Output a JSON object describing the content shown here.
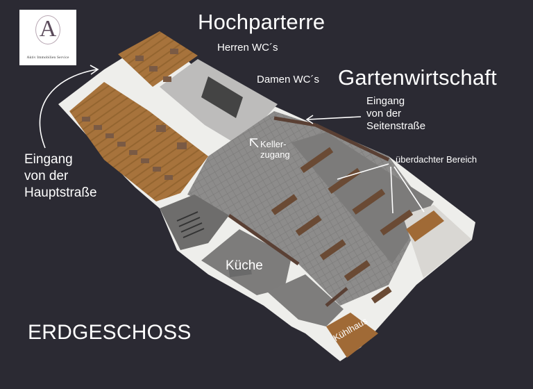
{
  "logo": {
    "monogram": "A",
    "company": "Aktiv Immobilien Service"
  },
  "labels": {
    "hochparterre": "Hochparterre",
    "herren_wc": "Herren WC´s",
    "damen_wc": "Damen WC´s",
    "gartenwirtschaft": "Gartenwirtschaft",
    "eingang_seitenstrasse": "Eingang\nvon der\nSeitenstraße",
    "kellerzugang": "Keller-\nzugang",
    "ueberdachter_bereich": "überdachter Bereich",
    "eingang_hauptstrasse": "Eingang\nvon der\nHauptstraße",
    "kueche": "Küche",
    "kuehlhaus": "Kühlhaus",
    "erdgeschoss": "ERDGESCHOSS"
  },
  "colors": {
    "background": "#2b2a33",
    "floor_gray": "#8c8b8a",
    "wood_floor": "#a7733c",
    "wall_white": "#ecebe8",
    "table_brown": "#6a4a34"
  }
}
